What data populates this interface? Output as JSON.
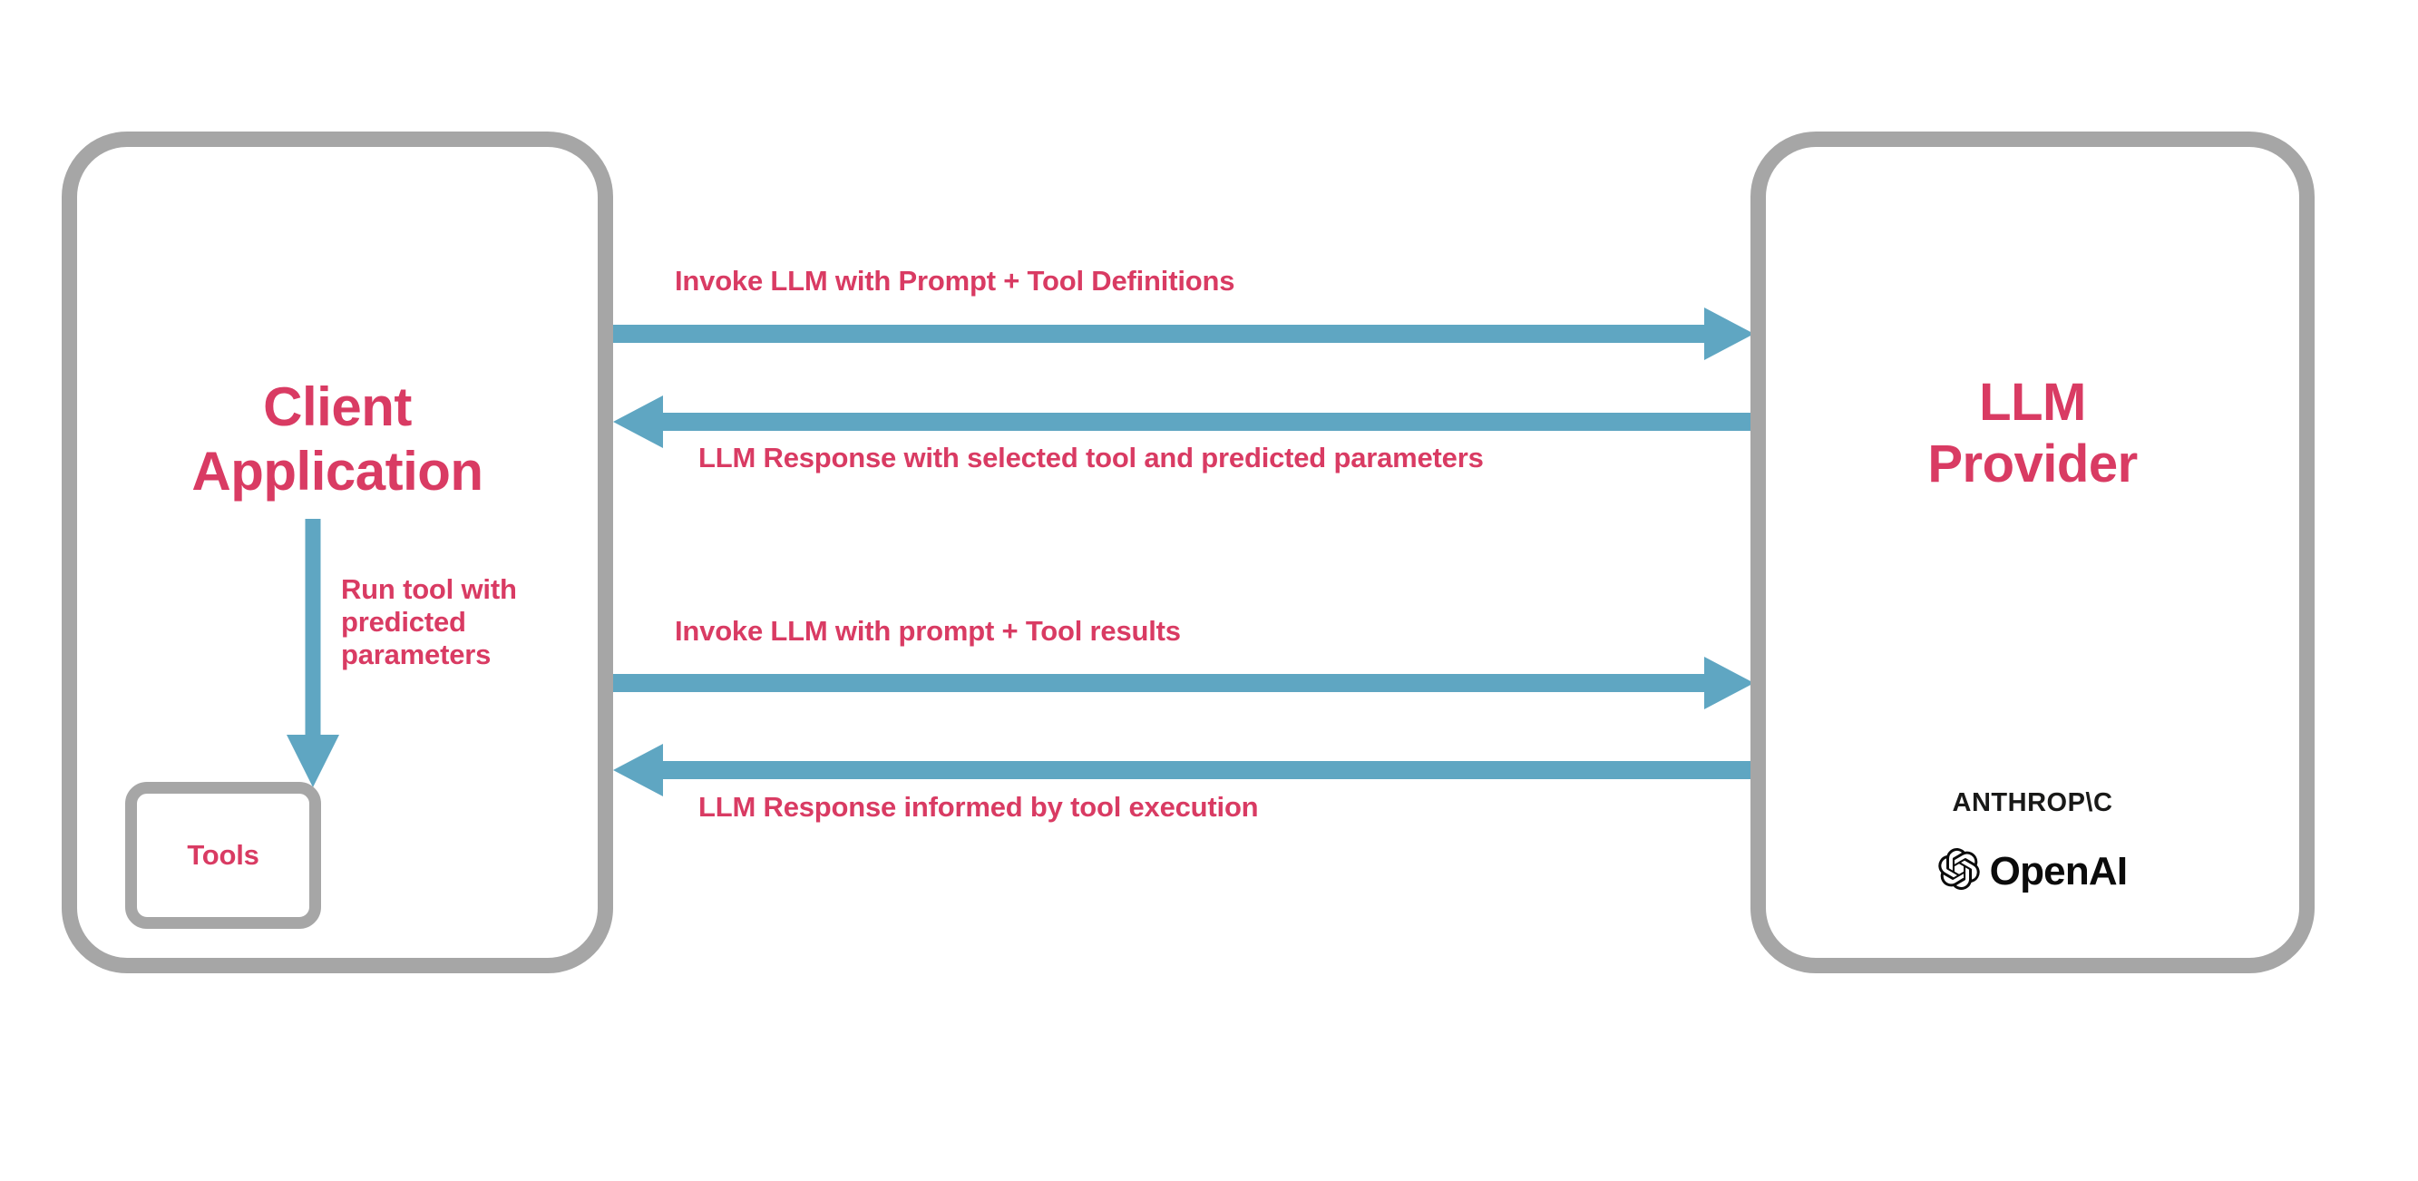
{
  "diagram": {
    "title": "LLM tool calling flow between client application and LLM provider",
    "colors": {
      "accent_text": "#d93b63",
      "arrow": "#5fa6c2",
      "box_border": "#a6a6a6",
      "background": "#ffffff",
      "logo_text": "#0b0b0b"
    }
  },
  "client_node": {
    "title": "Client\nApplication",
    "tools": {
      "label": "Tools"
    },
    "run_tool_arrow": {
      "caption": "Run tool with\npredicted\nparameters",
      "direction": "down"
    }
  },
  "provider_node": {
    "title": "LLM\nProvider",
    "logos": [
      {
        "name": "anthropic-logo",
        "text": "ANTHROP\\C"
      },
      {
        "name": "openai-logo",
        "text": "OpenAI"
      }
    ]
  },
  "messages": [
    {
      "id": "request-1",
      "caption": "Invoke LLM with Prompt + Tool Definitions",
      "direction": "right",
      "from": "Client Application",
      "to": "LLM Provider"
    },
    {
      "id": "response-1",
      "caption": "LLM Response with selected tool and predicted parameters",
      "direction": "left",
      "from": "LLM Provider",
      "to": "Client Application"
    },
    {
      "id": "request-2",
      "caption": "Invoke LLM with prompt + Tool results",
      "direction": "right",
      "from": "Client Application",
      "to": "LLM Provider"
    },
    {
      "id": "response-2",
      "caption": "LLM Response informed by tool execution",
      "direction": "left",
      "from": "LLM Provider",
      "to": "Client Application"
    }
  ]
}
